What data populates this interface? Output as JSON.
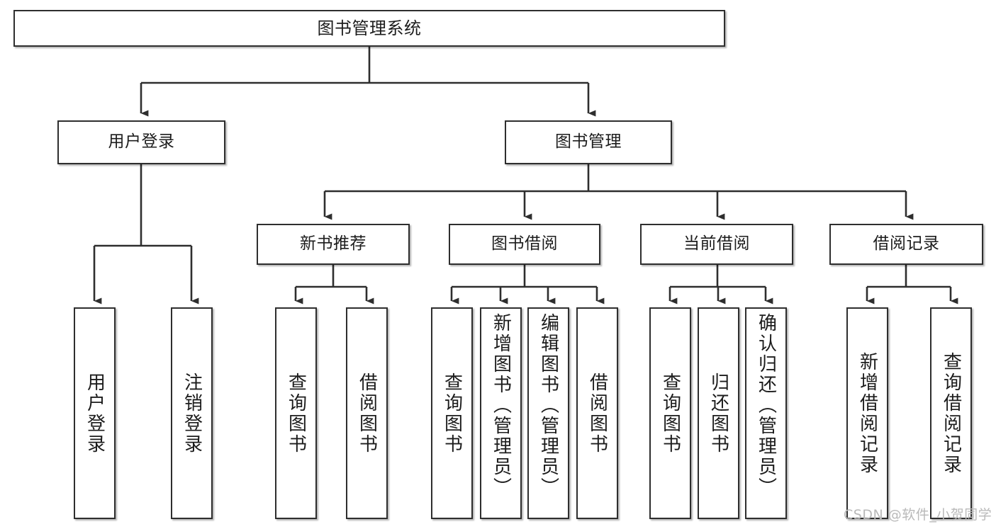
{
  "diagram": {
    "title": "图书管理系统",
    "type": "tree-hierarchy",
    "root": {
      "label": "图书管理系统"
    },
    "level2": [
      {
        "label": "用户登录"
      },
      {
        "label": "图书管理"
      }
    ],
    "level3": [
      {
        "label": "新书推荐"
      },
      {
        "label": "图书借阅"
      },
      {
        "label": "当前借阅"
      },
      {
        "label": "借阅记录"
      }
    ],
    "leaves": {
      "user_login": [
        {
          "label": "用户登录"
        },
        {
          "label": "注销登录"
        }
      ],
      "new_book_recommend": [
        {
          "label": "查询图书"
        },
        {
          "label": "借阅图书"
        }
      ],
      "book_borrow": [
        {
          "label": "查询图书"
        },
        {
          "label": "新增图书（管理员）"
        },
        {
          "label": "编辑图书（管理员）"
        },
        {
          "label": "借阅图书"
        }
      ],
      "current_borrow": [
        {
          "label": "查询图书"
        },
        {
          "label": "归还图书"
        },
        {
          "label": "确认归还（管理员）"
        }
      ],
      "borrow_record": [
        {
          "label": "新增借阅记录"
        },
        {
          "label": "查询借阅记录"
        }
      ]
    }
  },
  "watermark": {
    "text": "CSDN @软件_小贺同学"
  },
  "colors": {
    "box_border": "#2e2e2e",
    "box_fill": "#ffffff",
    "text": "#1c1c1c",
    "connector": "#2e2e2e",
    "watermark": "#b9b9b9",
    "background": "#ffffff"
  }
}
